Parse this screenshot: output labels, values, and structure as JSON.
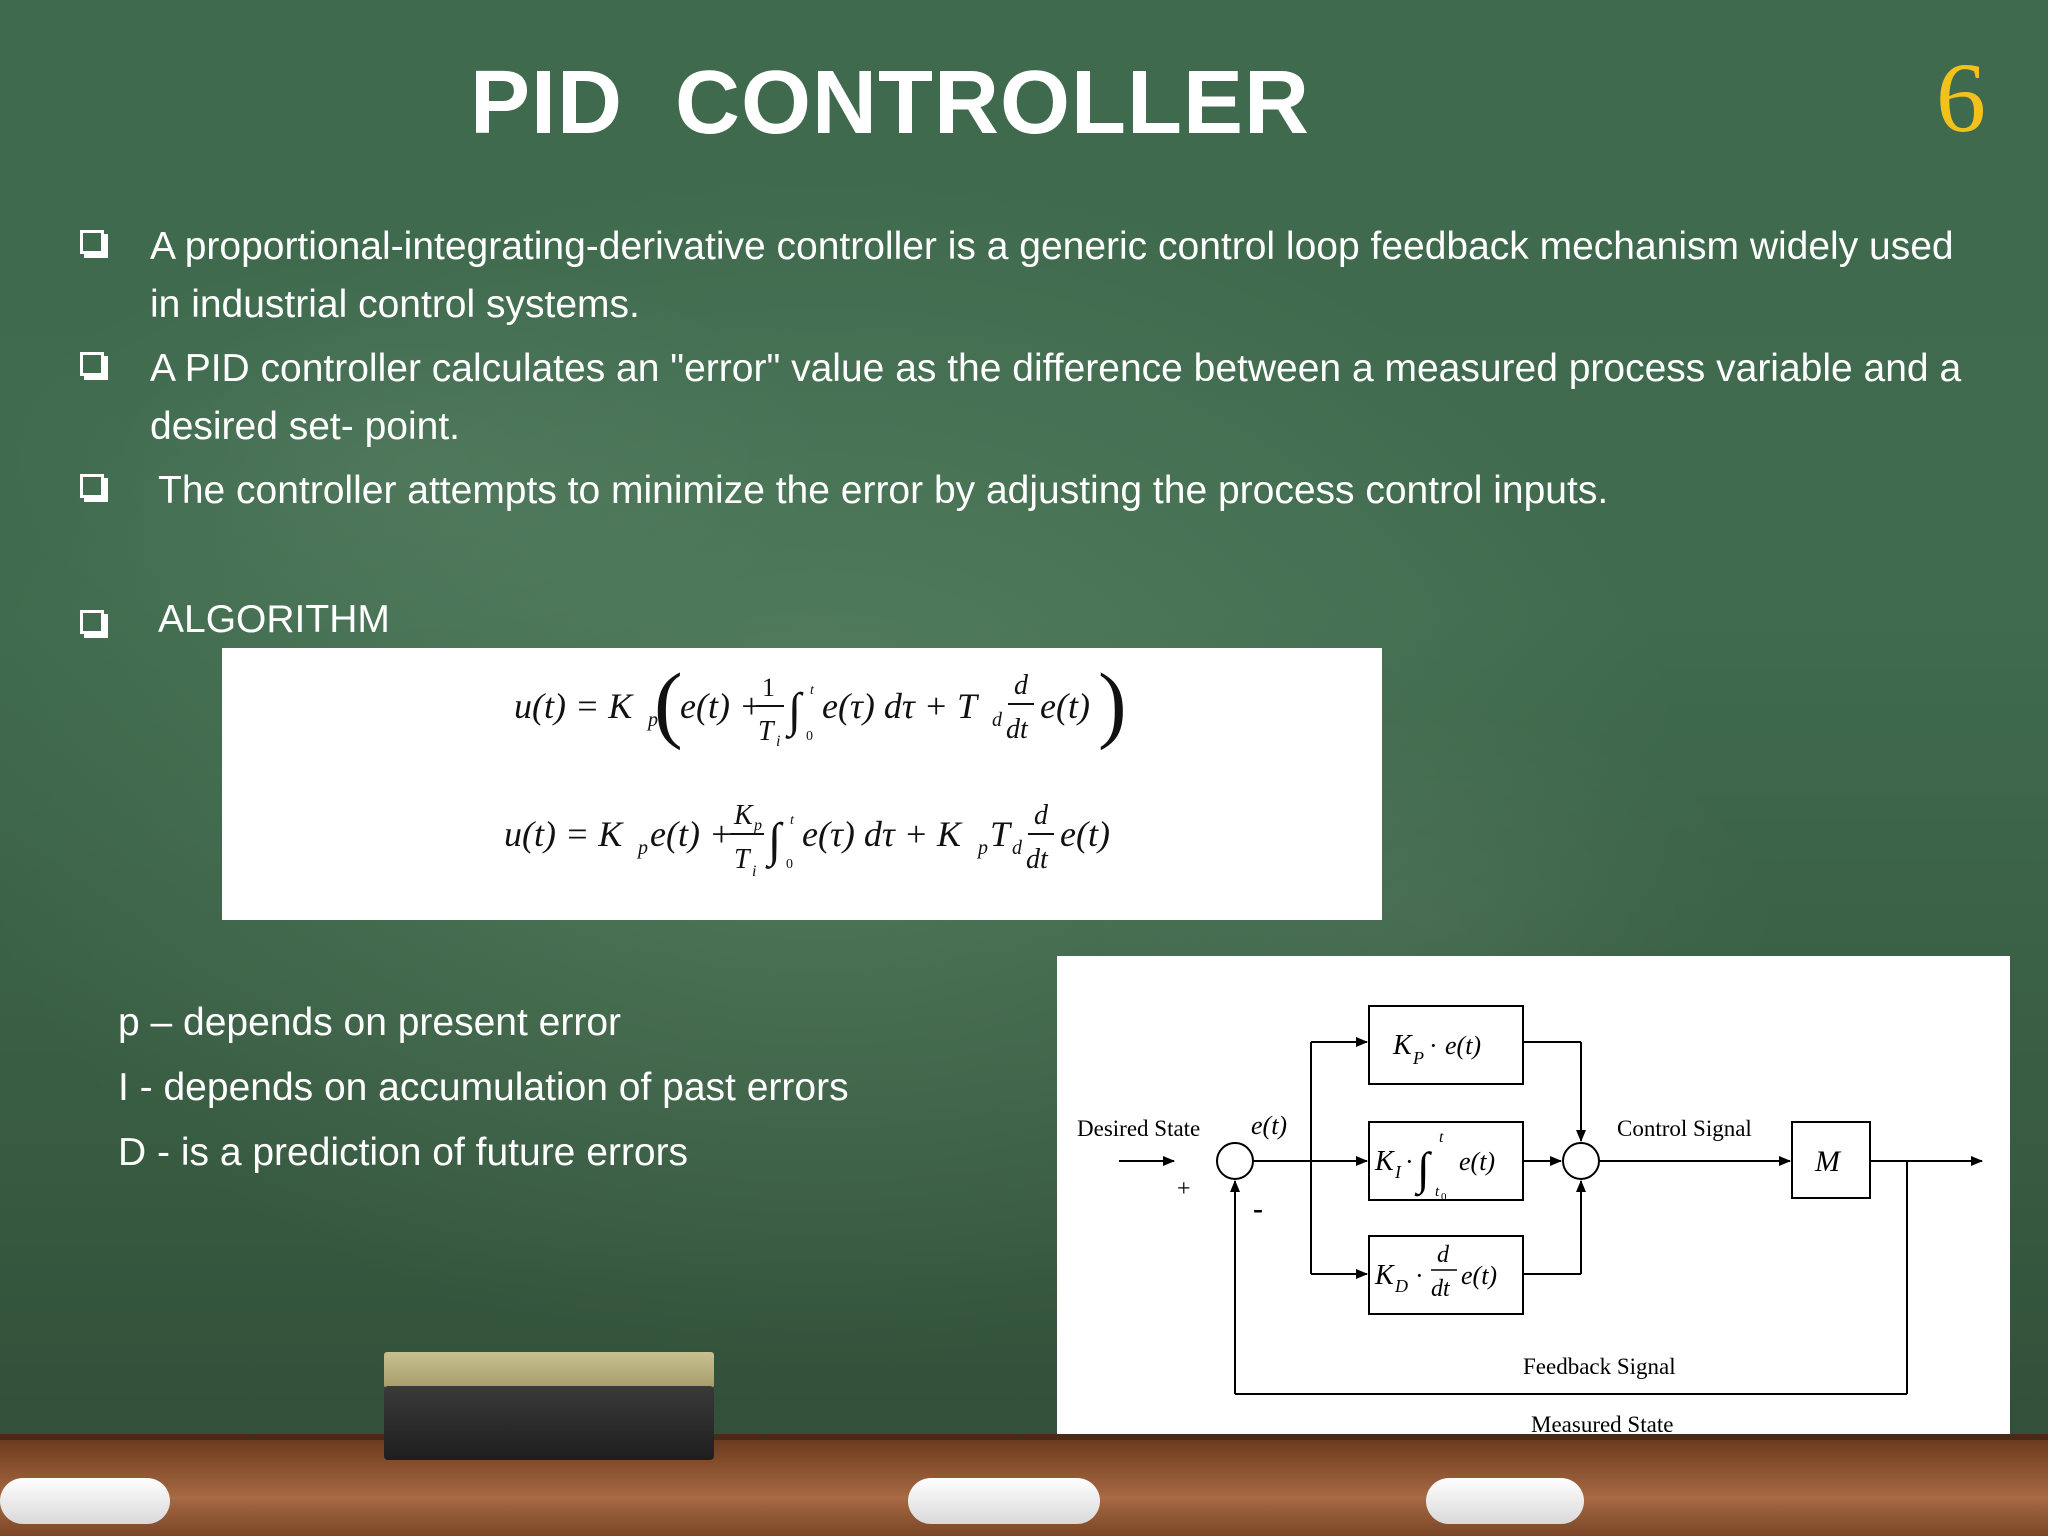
{
  "slide": {
    "title": "PID  CONTROLLER",
    "page_number": "6",
    "bullets": [
      "A proportional-integrating-derivative controller is a generic control loop feedback mechanism widely used in industrial control systems.",
      "A PID controller calculates an \"error\" value as the difference between a measured process variable and a desired set- point.",
      "The controller attempts to minimize the error by adjusting the process control inputs."
    ],
    "algorithm_label": "ALGORITHM",
    "terms": [
      "p – depends on present error",
      "I -   depends on accumulation  of past errors",
      "D -  is a prediction of future errors"
    ]
  },
  "formulas": {
    "eq1": "u(t) = Kp ( e(t) + 1/Ti ∫0^t e(τ) dτ + Td d/dt e(t) )",
    "eq2": "u(t) = Kp e(t) + Kp/Ti ∫0^t e(τ) dτ + Kp Td d/dt e(t)"
  },
  "diagram": {
    "desired_state": "Desired State",
    "error_signal": "e(t)",
    "plus_sign": "+",
    "minus_sign": "-",
    "control_signal": "Control Signal",
    "plant": "M",
    "feedback_signal": "Feedback Signal",
    "measured_state": "Measured State",
    "block_p": "Kp · e(t)",
    "block_i": "KI · ∫t0^t e(t)",
    "block_d": "KD · d/dt e(t)"
  }
}
